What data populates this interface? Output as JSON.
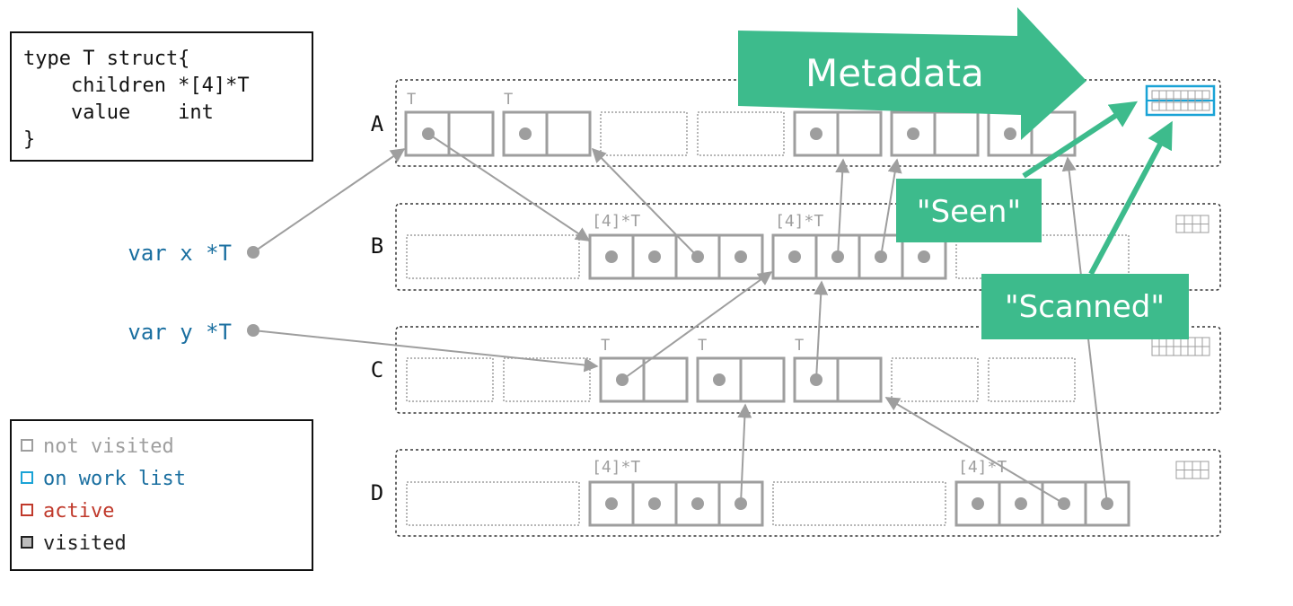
{
  "code_box": {
    "lines": [
      "type T struct{",
      "    children *[4]*T",
      "    value    int",
      "}"
    ]
  },
  "vars": {
    "x": "var x *T",
    "y": "var y *T"
  },
  "spans": {
    "A": {
      "label": "A",
      "type_label": "T",
      "elem_type": "T"
    },
    "B": {
      "label": "B",
      "type_label": "[4]*T",
      "elem_type": "[4]*T"
    },
    "C": {
      "label": "C",
      "type_label": "T",
      "elem_type": "T"
    },
    "D": {
      "label": "D",
      "type_label": "[4]*T",
      "elem_type": "[4]*T"
    }
  },
  "callouts": {
    "metadata": "Metadata",
    "seen": "\"Seen\"",
    "scanned": "\"Scanned\""
  },
  "legend": [
    {
      "label": "not visited",
      "color": "#9e9e9e",
      "fill": "#ffffff"
    },
    {
      "label": "on work list",
      "color": "#1a6fa0",
      "fill": "#ffffff",
      "border": "#1aa3d6"
    },
    {
      "label": "active",
      "color": "#c0392b",
      "fill": "#ffffff"
    },
    {
      "label": "visited",
      "color": "#222222",
      "fill": "#bdbdbd"
    }
  ],
  "colors": {
    "accent_green": "#3dbb8c",
    "var_blue": "#1a6fa0",
    "metadata_highlight": "#1aa3d6",
    "object_gray": "#9e9e9e",
    "arrow_gray": "#9e9e9e"
  }
}
